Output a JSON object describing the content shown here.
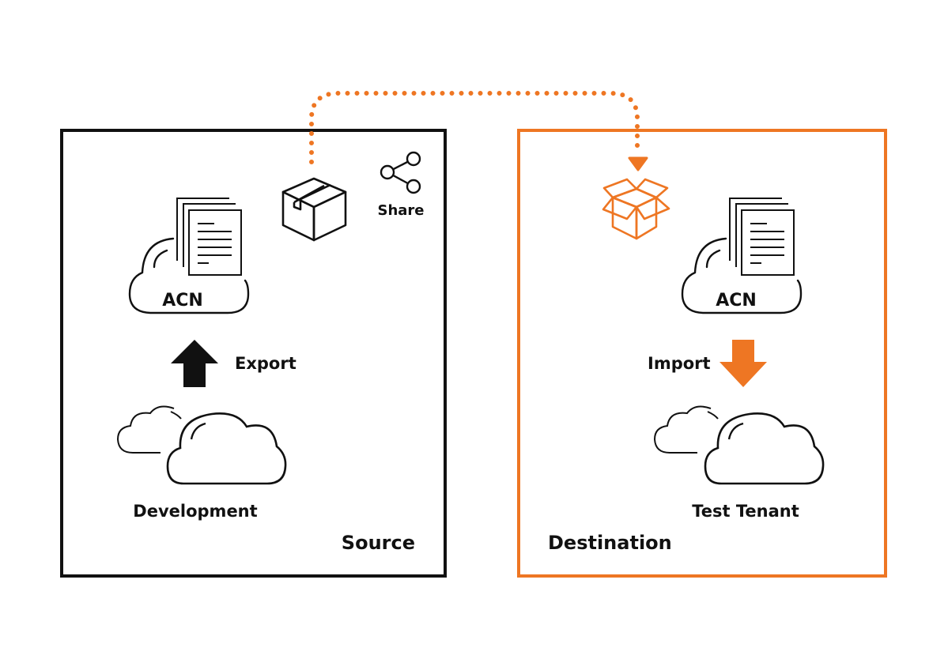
{
  "colors": {
    "accent": "#EE7623",
    "ink": "#111111",
    "background": "#FFFFFF"
  },
  "source": {
    "title": "Source",
    "acn_label": "ACN",
    "action_label": "Export",
    "env_label": "Development",
    "share_label": "Share"
  },
  "destination": {
    "title": "Destination",
    "acn_label": "ACN",
    "action_label": "Import",
    "env_label": "Test Tenant"
  },
  "icons": {
    "package": "package-closed-icon",
    "package_open": "package-open-icon",
    "share": "share-icon",
    "documents": "documents-icon",
    "cloud": "cloud-icon",
    "arrow_up": "arrow-up-icon",
    "arrow_down": "arrow-down-icon"
  }
}
